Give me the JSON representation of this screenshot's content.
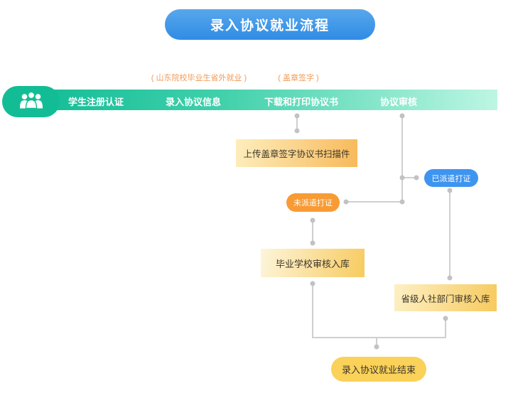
{
  "title": "录入协议就业流程",
  "ribbon": {
    "steps": [
      "学生注册认证",
      "录入协议信息",
      "下载和打印协议书",
      "协议审核"
    ]
  },
  "annotations": {
    "out_of_province": "( 山东院校毕业生省外就业 )",
    "stamp_sign": "( 盖章签字 )"
  },
  "nodes": {
    "upload_scan": "上传盖章签字协议书扫描件",
    "dispatched": "已派遣打证",
    "not_dispatched": "未派遣打证",
    "school_review": "毕业学校审核入库",
    "provincial_review": "省级人社部门审核入库",
    "end": "录入协议就业结束"
  },
  "icons": {
    "people": "people-group-icon"
  },
  "colors": {
    "title_blue": "#3b94e7",
    "ribbon_green": "#12bd96",
    "ribbon_fade": "#bdf6e3",
    "annotation_orange": "#f09a57",
    "node_yellow": "#f8c35c",
    "pill_blue": "#3e95f0",
    "pill_orange": "#f89b35",
    "pill_yellow": "#fad159",
    "connector_gray": "#cfcfcf"
  }
}
